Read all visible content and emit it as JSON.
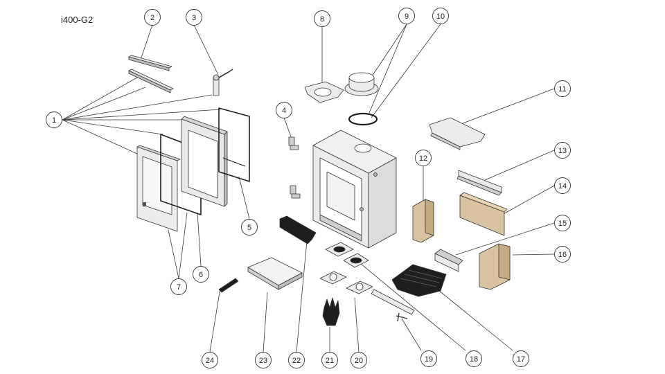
{
  "model": "i400-G2",
  "callouts": [
    {
      "label": "1"
    },
    {
      "label": "2"
    },
    {
      "label": "3"
    },
    {
      "label": "4"
    },
    {
      "label": "5"
    },
    {
      "label": "6"
    },
    {
      "label": "7"
    },
    {
      "label": "8"
    },
    {
      "label": "9"
    },
    {
      "label": "10"
    },
    {
      "label": "11"
    },
    {
      "label": "12"
    },
    {
      "label": "13"
    },
    {
      "label": "14"
    },
    {
      "label": "15"
    },
    {
      "label": "16"
    },
    {
      "label": "17"
    },
    {
      "label": "18"
    },
    {
      "label": "19"
    },
    {
      "label": "20"
    },
    {
      "label": "21"
    },
    {
      "label": "22"
    },
    {
      "label": "23"
    },
    {
      "label": "24"
    }
  ],
  "colors": {
    "line": "#333333",
    "metal": "#e9e9e9",
    "metal_dark": "#bdbdbd",
    "brick": "#d9c3a0",
    "black": "#1e1e1e"
  }
}
